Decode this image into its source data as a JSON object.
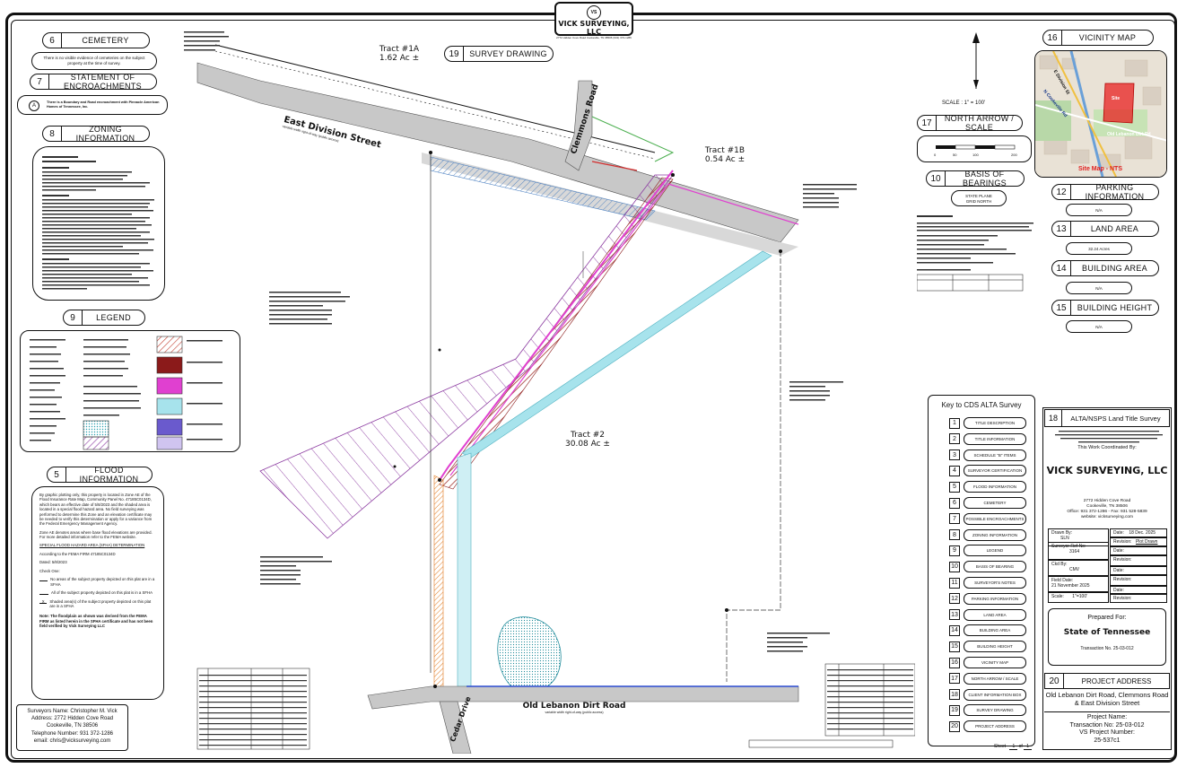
{
  "header": {
    "company": "VICK SURVEYING, LLC",
    "logo_text": "VS",
    "sub": "2772 Hidden Cove Road Cookeville, TN 38506 (931) 372-1286"
  },
  "sections": {
    "cemetery": {
      "num": "6",
      "title": "CEMETERY",
      "text": "There is no visible evidence of cemeteries on the subject property at the time of survey."
    },
    "encroachments": {
      "num": "7",
      "title": "STATEMENT OF ENCROACHMENTS",
      "marker": "A",
      "text": "There is a Boundary and Road encroachment with Pinnacle American Homes of Tennessee, Inc."
    },
    "zoning": {
      "num": "8",
      "title": "ZONING INFORMATION"
    },
    "legend": {
      "num": "9",
      "title": "LEGEND"
    },
    "flood": {
      "num": "5",
      "title": "FLOOD INFORMATION"
    },
    "survey_drawing": {
      "num": "19",
      "title": "SURVEY DRAWING"
    },
    "vicinity": {
      "num": "16",
      "title": "VICINITY MAP",
      "site_label": "Site",
      "site_map_label": "Site Map - NTS",
      "road1": "E Division St",
      "road2": "Old Lebanon Dirt Rd",
      "road3": "N Cookeville Rd"
    },
    "north_arrow": {
      "num": "17",
      "title": "NORTH ARROW / SCALE",
      "scale_text": "SCALE :  1\" = 100'",
      "ticks": [
        "0",
        "50",
        "100",
        "200"
      ]
    },
    "bearings": {
      "num": "10",
      "title": "BASIS OF BEARINGS",
      "text1": "STATE PLANE",
      "text2": "GRID NORTH"
    },
    "parking": {
      "num": "12",
      "title": "PARKING INFORMATION",
      "value": "N/A"
    },
    "land_area": {
      "num": "13",
      "title": "LAND AREA",
      "value": "32.24 Acres"
    },
    "building_area": {
      "num": "14",
      "title": "BUILDING AREA",
      "value": "N/A"
    },
    "building_height": {
      "num": "15",
      "title": "BUILDING HEIGHT",
      "value": "N/A"
    },
    "alta": {
      "num": "18",
      "title": "ALTA/NSPS Land Title Survey",
      "coordinated": "This Work Coordinated By:",
      "company": "VICK SURVEYING, LLC",
      "addr1": "2772 Hidden Cove Road",
      "addr2": "Cookeville, TN 38506",
      "phone": "Office: 931 372-1286 - Fax: 931 528-5839",
      "web": "website: vicksurveying.com"
    },
    "prepared": {
      "title": "Prepared For:",
      "client": "State of Tennessee",
      "transaction": "Transaction No. 25-03-012"
    },
    "project_address": {
      "num": "20",
      "title": "PROJECT ADDRESS",
      "address": "Old Lebanon Dirt Road, Clemmons Road & East Division Street",
      "project_name_label": "Project Name:",
      "project_name": "Transaction No: 25-03-012",
      "project_number_label": "VS Project Number:",
      "project_number": "25-537c1"
    },
    "sheet": {
      "label": "Sheet",
      "num": "1",
      "of": "of",
      "total": "1"
    }
  },
  "flood_text": {
    "p1": "By graphic plotting only, this property is located in Zone AE of the Flood Insurance Rate Map, Community Panel No. 47185C0134D, which bears an effective date of 5/8/2023 and the shaded area is located in a special flood hazard area. No field surveying was performed to determine this Zone and an elevation certificate may be needed to verify this determination or apply for a variance from the Federal Emergency Management Agency.",
    "p2": "Zone AE denotes areas where base flood elevations are provided. For more detailed information refer to the FEMA website.",
    "p3": "SPECIAL FLOOD HAZARD AREA (SFHA) DETERMINATION",
    "p4": "According to the FEMA FIRM 47185C0134D",
    "p5": "Dated: 5/8/2023",
    "p6": "Check One:",
    "c1": "No areas of the subject property depicted on this plat are in a SFHA",
    "c2": "All of the subject property depicted on this plat is in a SFHA",
    "c3": "Shaded area(s) of the subject property depicted on this plat are in a SFHA",
    "p7": "Note: The floodplain as shown was derived from the FEMA FIRM as listed herein in the SFHA certificate and has not been field verified by Vick Surveying LLC"
  },
  "surveyor": {
    "name": "Surveyors Name: Christopher M. Vick",
    "address1": "Address: 2772 Hidden Cove Road",
    "address2": "Cookeville, TN 38506",
    "phone": "Telephone Number: 931 372-1286",
    "email": "email: chris@vicksurveying.com"
  },
  "drawing": {
    "tract1a": "Tract #1A",
    "tract1a_area": "1.62 Ac ±",
    "tract1b": "Tract #1B",
    "tract1b_area": "0.54 Ac ±",
    "tract2": "Tract #2",
    "tract2_area": "30.08 Ac ±",
    "road_east_division": "East Division Street",
    "road_east_division_sub": "variable width right-of-way (public access)",
    "road_clemmons": "Clemmons Road",
    "road_old_lebanon": "Old Lebanon Dirt Road",
    "road_old_lebanon_sub": "variable width right-of-way (public access)",
    "road_cedar": "Cedar Drive"
  },
  "key": {
    "title": "Key to CDS ALTA Survey",
    "items": [
      {
        "num": "1",
        "label": "TITLE DESCRIPTION"
      },
      {
        "num": "2",
        "label": "TITLE INFORMATION"
      },
      {
        "num": "3",
        "label": "SCHEDULE \"B\" ITEMS"
      },
      {
        "num": "4",
        "label": "SURVEYOR CERTIFICATION"
      },
      {
        "num": "5",
        "label": "FLOOD INFORMATION"
      },
      {
        "num": "6",
        "label": "CEMETERY"
      },
      {
        "num": "7",
        "label": "POSSIBLE ENCROACHMENTS"
      },
      {
        "num": "8",
        "label": "ZONING INFORMATION"
      },
      {
        "num": "9",
        "label": "LEGEND"
      },
      {
        "num": "10",
        "label": "BASIS OF BEARING"
      },
      {
        "num": "11",
        "label": "SURVEYOR'S NOTES"
      },
      {
        "num": "12",
        "label": "PARKING INFORMATION"
      },
      {
        "num": "13",
        "label": "LAND AREA"
      },
      {
        "num": "14",
        "label": "BUILDING AREA"
      },
      {
        "num": "15",
        "label": "BUILDING HEIGHT"
      },
      {
        "num": "16",
        "label": "VICINITY MAP"
      },
      {
        "num": "17",
        "label": "NORTH ARROW / SCALE"
      },
      {
        "num": "18",
        "label": "CLIENT INFORMATION BOX"
      },
      {
        "num": "19",
        "label": "SURVEY DRAWING"
      },
      {
        "num": "20",
        "label": "PROJECT ADDRESS"
      }
    ]
  },
  "revisions": {
    "drawn_by_label": "Drawn By:",
    "drawn_by": "SLN",
    "surveyor_ref_label": "Surveyor Ref No:",
    "surveyor_ref": "3164",
    "cheked_label": "Ckd By:",
    "cheked": "CMV",
    "field_date_label": "Field Date:",
    "field_date": "21 November 2025",
    "scale_label": "Scale:",
    "scale": "1\"=100'",
    "date_label": "Date:",
    "date": "18 Dec. 2025",
    "revision_label": "Revision:",
    "revision1": "Plot Drawn"
  },
  "colors": {
    "pink": "#e040d0",
    "maroon": "#8b1a1a",
    "cyan": "#7fd6e3",
    "orange": "#e07a20",
    "purple": "#8b3aa0",
    "blue": "#2a4bd0",
    "green": "#4caf50",
    "road": "#bdbdbd"
  }
}
